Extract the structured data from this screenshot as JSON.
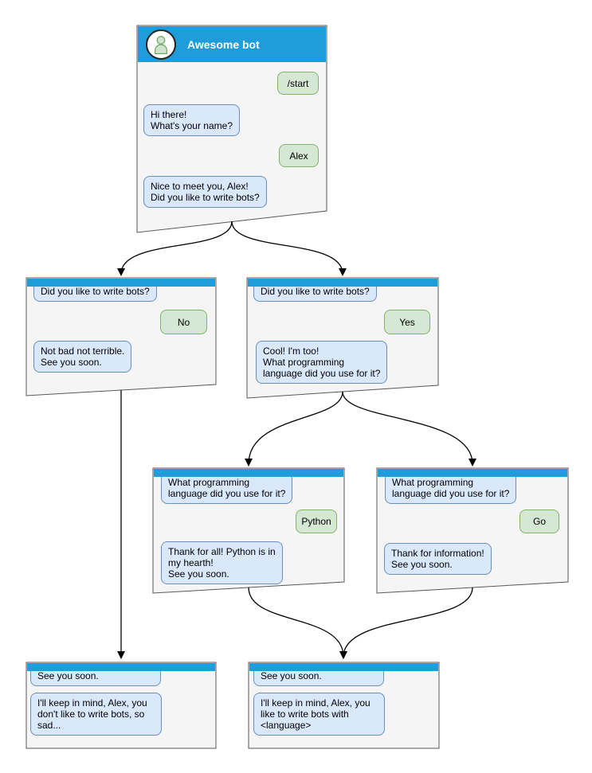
{
  "colors": {
    "header_blue": "#1f9dda",
    "window_fill": "#f5f5f5",
    "window_border": "#575757",
    "bot_fill": "#dae8fc",
    "bot_border": "#6c8ebf",
    "user_fill": "#d5e8d4",
    "user_border": "#82b366",
    "edge_color": "#000000"
  },
  "windows": {
    "root": {
      "title": "Awesome bot",
      "avatar_icon": "person-icon",
      "messages": {
        "start": "/start",
        "greeting": "Hi there!\nWhat's your name?",
        "name": "Alex",
        "question": "Nice to meet you, Alex!\nDid you like to write bots?"
      }
    },
    "no_branch": {
      "messages": {
        "question": "Did you like to write bots?",
        "answer": "No",
        "reply": "Not bad not terrible.\nSee you soon."
      }
    },
    "yes_branch": {
      "messages": {
        "question": "Did you like to write bots?",
        "answer": "Yes",
        "reply": "Cool! I'm too!\nWhat programming\nlanguage did you use for it?"
      }
    },
    "python_branch": {
      "messages": {
        "question": "What programming\nlanguage did you use for it?",
        "answer": "Python",
        "reply": "Thank for all! Python is in\nmy hearth!\nSee you soon."
      }
    },
    "go_branch": {
      "messages": {
        "question": "What programming\nlanguage did you use for it?",
        "answer": "Go",
        "reply": "Thank for information!\nSee you soon."
      }
    },
    "end_no": {
      "messages": {
        "farewell": "See you soon.",
        "summary": "I'll keep in mind, Alex, you\ndon't like to write bots, so\nsad..."
      }
    },
    "end_yes": {
      "messages": {
        "farewell": "See you soon.",
        "summary": "I'll keep in mind, Alex, you\nlike to write bots with\n<language>"
      }
    }
  }
}
